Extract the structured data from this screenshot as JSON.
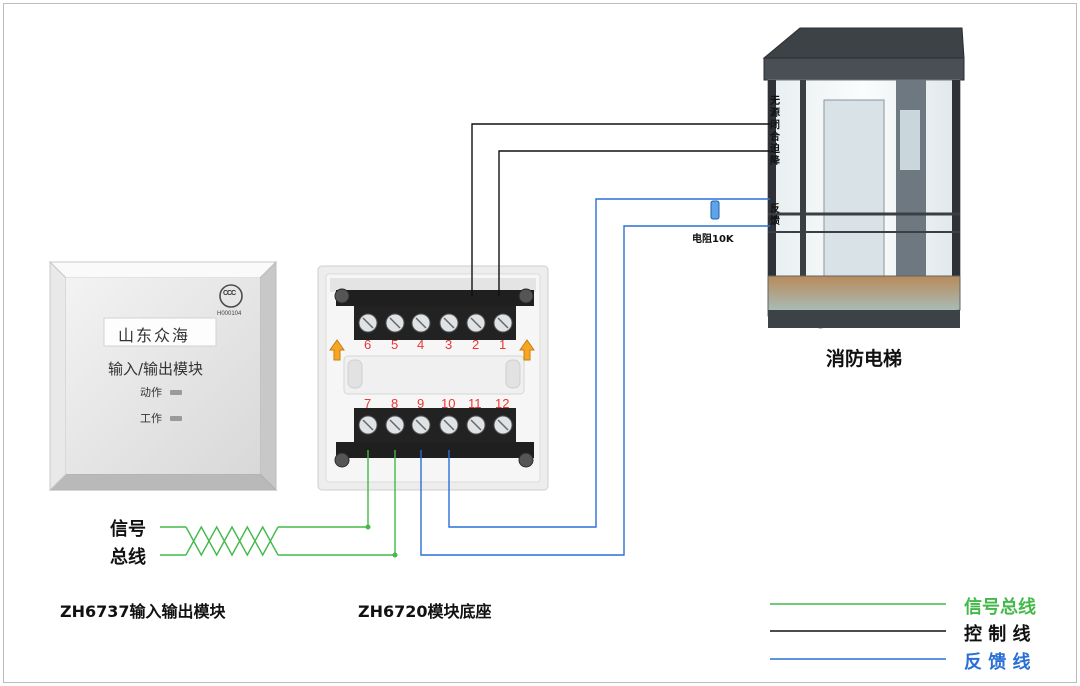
{
  "module": {
    "brand": "山东众海",
    "title": "输入/输出模块",
    "action_label": "动作",
    "work_label": "工作",
    "cert_mark": "CCC",
    "cert_code": "H000104",
    "caption": "ZH6737输入输出模块"
  },
  "base": {
    "caption": "ZH6720模块底座",
    "top_terminals": [
      "6",
      "5",
      "4",
      "3",
      "2",
      "1"
    ],
    "bottom_terminals": [
      "7",
      "8",
      "9",
      "10",
      "11",
      "12"
    ]
  },
  "bus_label": {
    "line1": "信号",
    "line2": "总线"
  },
  "elevator": {
    "label": "消防电梯",
    "contact_label": "无源闭合迫降",
    "feedback_label": "反馈",
    "resistor_label": "电阻10K"
  },
  "legend": [
    {
      "label": "信号总线",
      "color": "#43b94a"
    },
    {
      "label": "控 制 线",
      "color": "#111111"
    },
    {
      "label": "反 馈 线",
      "color": "#2a6fd6"
    }
  ],
  "colors": {
    "signal": "#43b94a",
    "control": "#111111",
    "feedback": "#2a6fd6",
    "terminal_number": "#e53935",
    "arrow": "#f5a623"
  }
}
